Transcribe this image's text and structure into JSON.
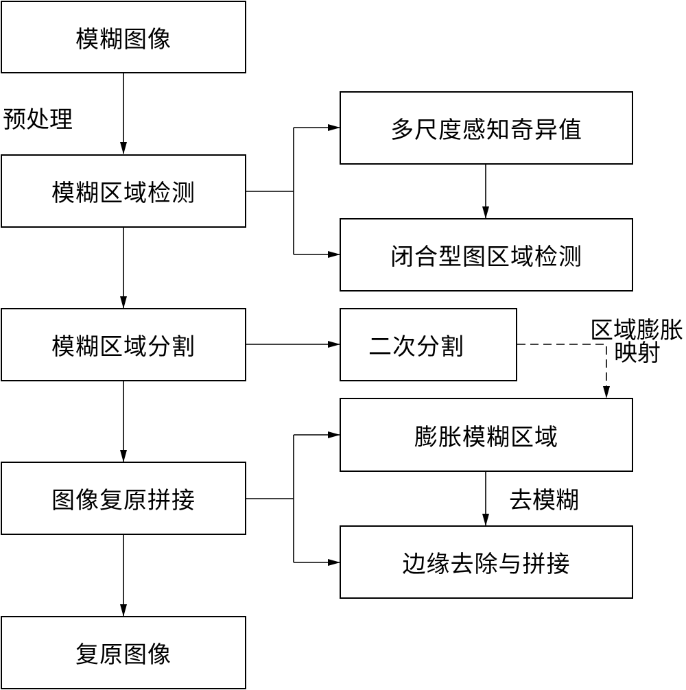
{
  "main_flow": {
    "blurred_image": "模糊图像",
    "blur_region_detection": "模糊区域检测",
    "blur_region_segmentation": "模糊区域分割",
    "image_restoration_stitching": "图像复原拼接",
    "restored_image": "复原图像"
  },
  "sub_flow": {
    "multiscale_singular_value": "多尺度感知奇异值",
    "closed_region_detection": "闭合型图区域检测",
    "secondary_segmentation": "二次分割",
    "dilated_blur_region": "膨胀模糊区域",
    "edge_removal_stitching": "边缘去除与拼接"
  },
  "edge_labels": {
    "preprocessing": "预处理",
    "region_dilation_mapping_line1": "区域膨胀",
    "region_dilation_mapping_line2": "映射",
    "deblur": "去模糊"
  }
}
